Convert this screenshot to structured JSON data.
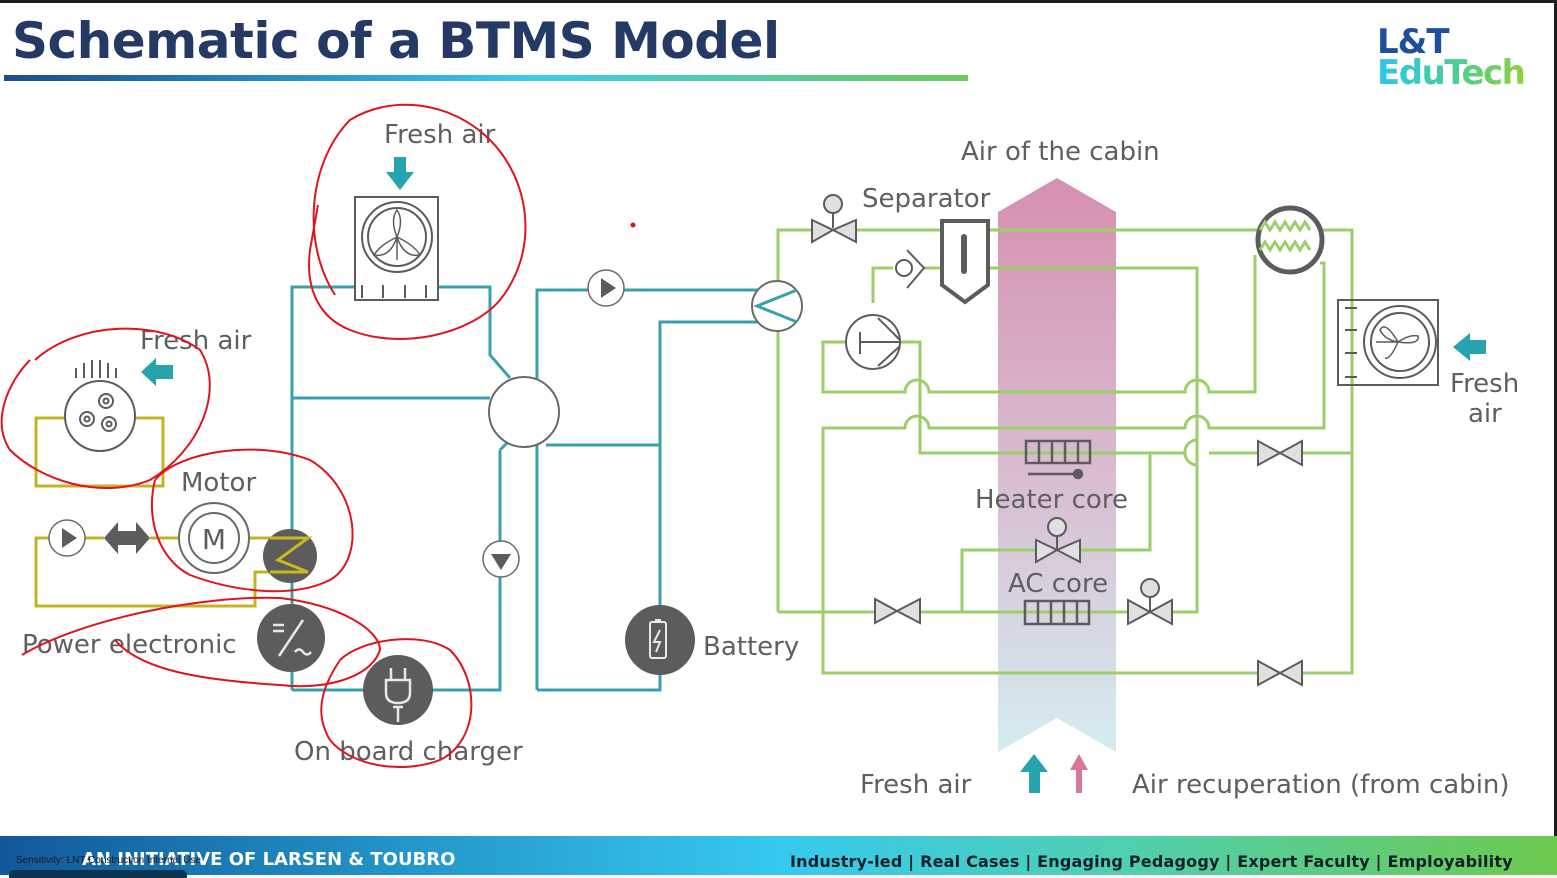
{
  "slide": {
    "title": "Schematic of a BTMS Model",
    "logo": {
      "line1": "L&T",
      "line2": "EduTech"
    }
  },
  "diagram": {
    "labels": {
      "fresh_air_top": "Fresh air",
      "fresh_air_left": "Fresh air",
      "motor": "Motor",
      "power_electronic": "Power electronic",
      "on_board_charger": "On board charger",
      "battery": "Battery",
      "air_of_cabin": "Air of the cabin",
      "separator": "Separator",
      "heater_core": "Heater core",
      "ac_core": "AC core",
      "fresh_air_right_line1": "Fresh",
      "fresh_air_right_line2": "air",
      "fresh_air_bottom": "Fresh air",
      "air_recuperation": "Air recuperation (from cabin)"
    },
    "icons": {
      "motor_symbol": "M",
      "power_electronic_symbol": "=/~"
    },
    "colors": {
      "coolant_loop": "#3aa0ad",
      "refrigerant_loop": "#9bcf6a",
      "drive_loop": "#c2b425",
      "component": "#5c5c5c",
      "arrow_fresh": "#27a3ae",
      "arrow_cabin": "#d7779c",
      "annotation": "#e0141b"
    }
  },
  "footer": {
    "sensitivity": "Sensitivity: LNT Construction Internal Use",
    "initiative": "AN INITIATIVE OF LARSEN & TOUBRO",
    "tagline": "Industry-led | Real Cases | Engaging Pedagogy | Expert Faculty | Employability"
  }
}
